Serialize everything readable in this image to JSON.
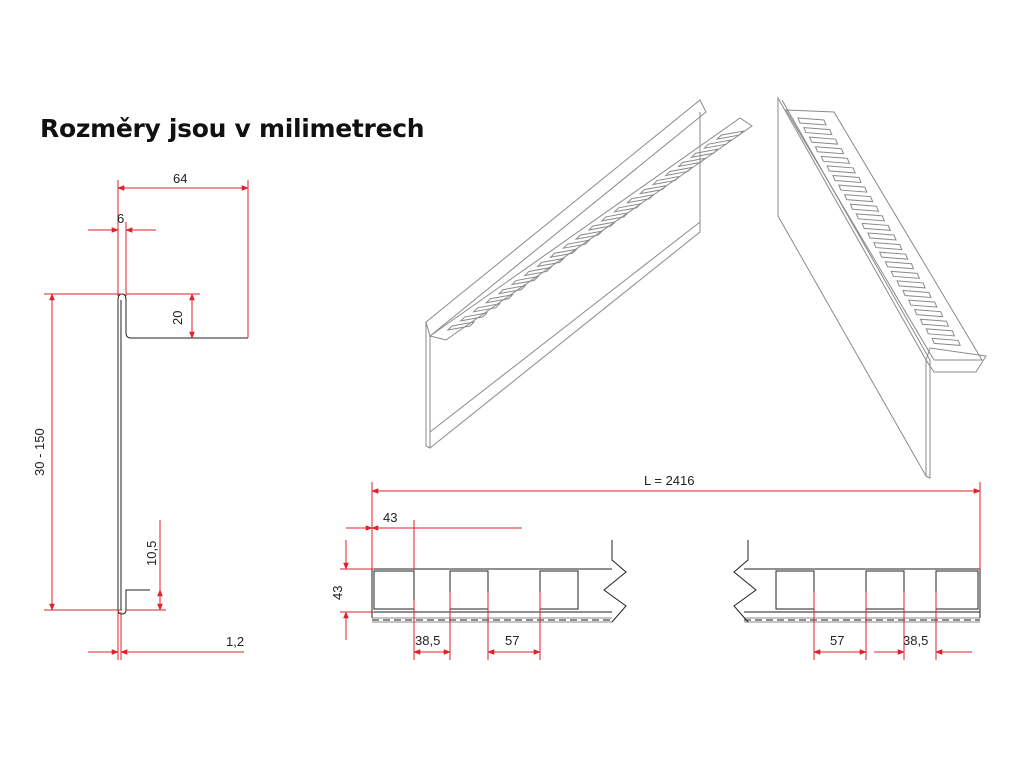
{
  "title": "Rozměry jsou v milimetrech",
  "profile": {
    "width": "64",
    "lip": "6",
    "top_height": "20",
    "height": "30 - 150",
    "bottom_lip": "10,5",
    "thickness": "1,2"
  },
  "strip": {
    "length": "L = 2416",
    "first_offset": "43",
    "hole_height": "43",
    "gap_left": "38,5",
    "pitch_left": "57",
    "pitch_right": "57",
    "gap_right": "38,5"
  },
  "colors": {
    "dimension": "#e0202a",
    "outline": "#222222"
  }
}
